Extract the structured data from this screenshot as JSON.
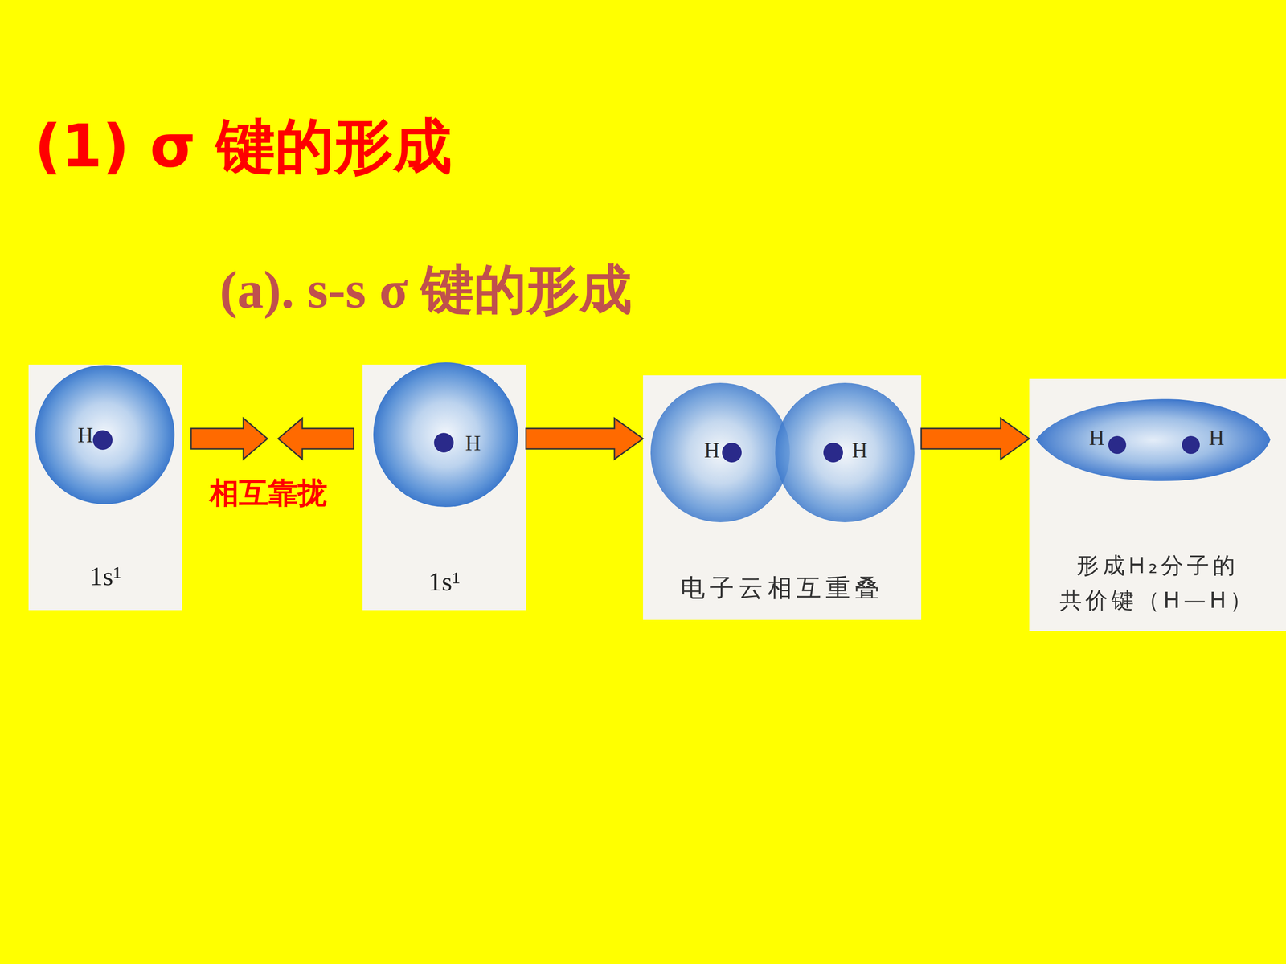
{
  "diagram": {
    "title": "(1) σ 键的形成",
    "nodes": [
      {
        "text": [
          "H",
          "1s¹"
        ]
      },
      {
        "text": [
          "H",
          "1s¹"
        ]
      },
      {
        "text": [
          "H",
          "H",
          "电子云相互重叠"
        ]
      },
      {
        "text": [
          "H",
          "H",
          "形成H₂分子的 共价键（H—H）"
        ]
      }
    ],
    "edges": [
      {
        "from": 1,
        "to": 2,
        "arrow": "to"
      },
      {
        "from": 2,
        "to": 3,
        "arrow": "to"
      }
    ],
    "labels": [
      "(a). s-s σ 键的形成",
      "相互靠拢"
    ]
  }
}
